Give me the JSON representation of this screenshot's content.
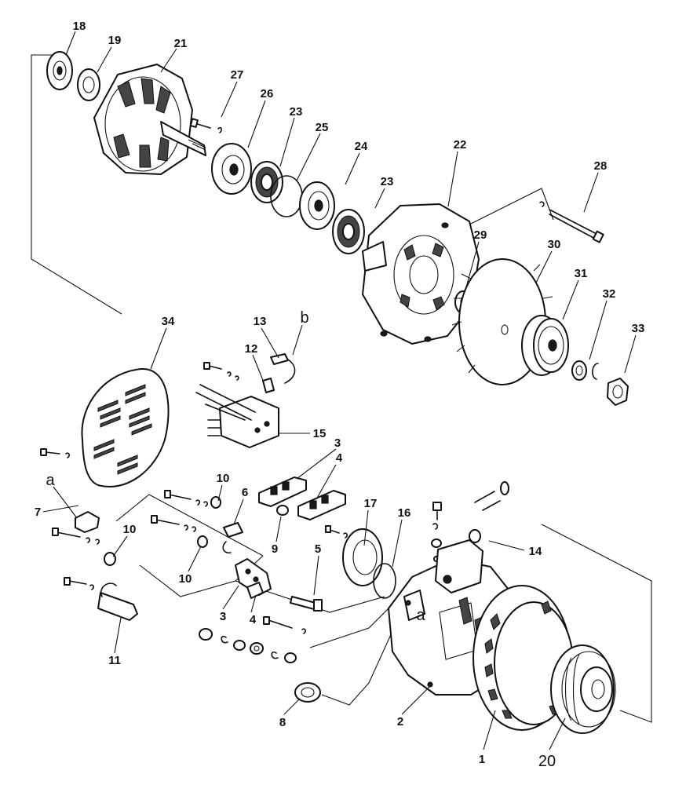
{
  "labels": {
    "n18": "18",
    "n19": "19",
    "n21": "21",
    "n27": "27",
    "n26": "26",
    "n23a": "23",
    "n25": "25",
    "n24": "24",
    "n23b": "23",
    "n22": "22",
    "n28": "28",
    "n29": "29",
    "n30": "30",
    "n31": "31",
    "n32": "32",
    "n33": "33",
    "n34": "34",
    "n13": "13",
    "nb": "b",
    "n12": "12",
    "n15": "15",
    "n3a": "3",
    "n4a": "4",
    "na": "a",
    "n7": "7",
    "n10a": "10",
    "n6": "6",
    "n9": "9",
    "n17": "17",
    "n16": "16",
    "n14": "14",
    "n10b": "10",
    "n10c": "10",
    "n5": "5",
    "n11": "11",
    "n3b": "3",
    "n4b": "4",
    "na2": "a",
    "n8": "8",
    "n2": "2",
    "n1": "1",
    "n20": "20"
  }
}
